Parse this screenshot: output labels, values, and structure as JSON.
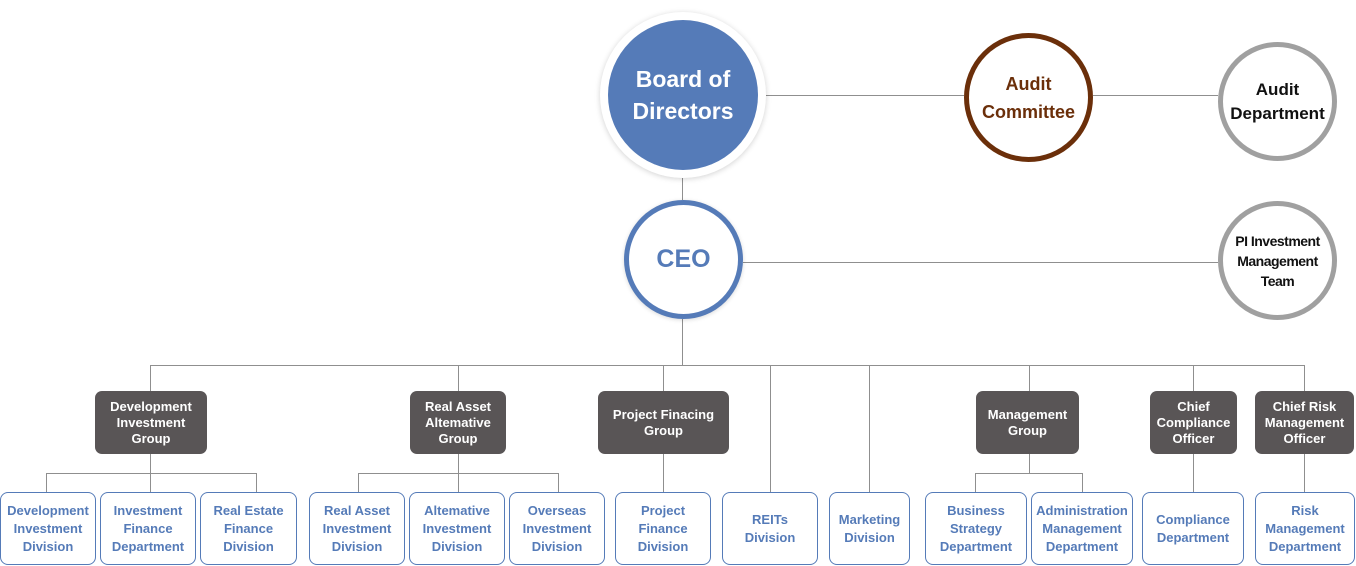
{
  "top": {
    "board": "Board of Directors",
    "audit_committee": "Audit Committee",
    "audit_department": "Audit Department",
    "ceo": "CEO",
    "pi_team": "PI Investment Management Team"
  },
  "groups": [
    {
      "label": "Development Investment Group"
    },
    {
      "label": "Real Asset Altemative Group"
    },
    {
      "label": "Project Finacing Group"
    },
    {
      "label": "Management Group"
    },
    {
      "label": "Chief Compliance Officer"
    },
    {
      "label": "Chief Risk Management Officer"
    }
  ],
  "units": [
    {
      "label": "Development Investment Division"
    },
    {
      "label": "Investment Finance Department"
    },
    {
      "label": "Real Estate Finance Division"
    },
    {
      "label": "Real Asset Investment Division"
    },
    {
      "label": "Altemative Investment Division"
    },
    {
      "label": "Overseas Investment Division"
    },
    {
      "label": "Project Finance Division"
    },
    {
      "label": "REITs Division"
    },
    {
      "label": "Marketing Division"
    },
    {
      "label": "Business Strategy Department"
    },
    {
      "label": "Administration Management Department"
    },
    {
      "label": "Compliance Department"
    },
    {
      "label": "Risk Management Department"
    }
  ],
  "colors": {
    "board_fill": "#557bb8",
    "ceo_border": "#557bb8",
    "audit_committee": "#6b2f0a",
    "neutral_ring": "#a0a0a0",
    "group_fill": "#595556",
    "unit_border": "#557bb8",
    "connector": "#8f8f8f"
  }
}
